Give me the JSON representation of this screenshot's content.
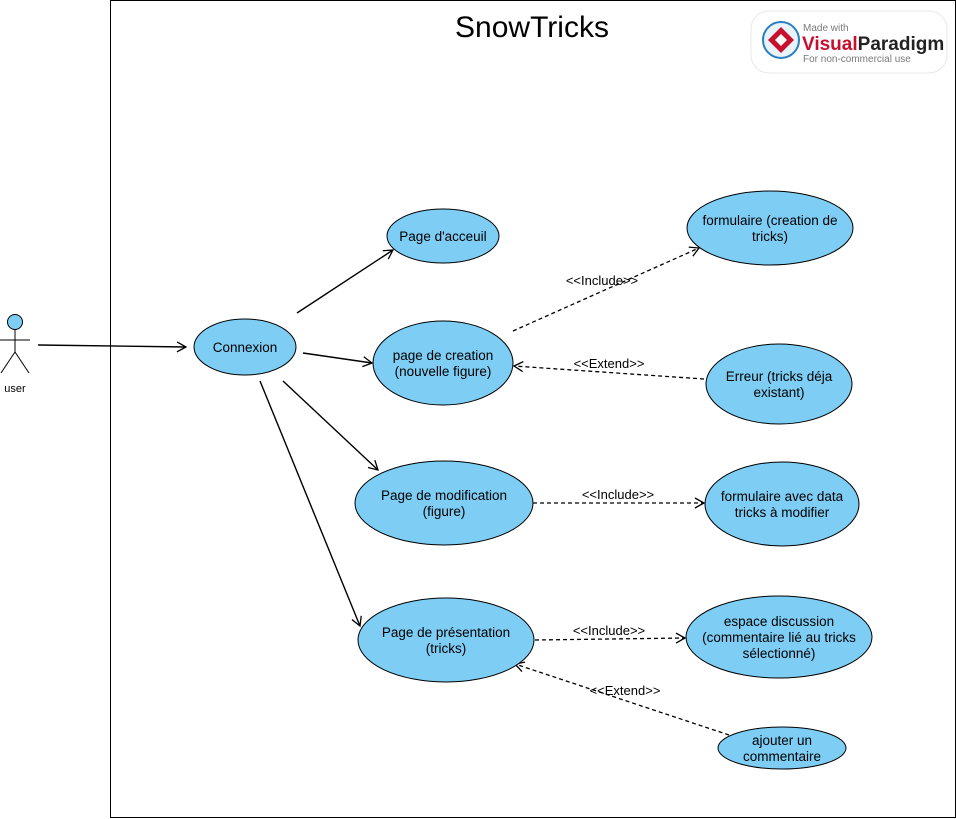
{
  "system": {
    "title": "SnowTricks"
  },
  "actor": {
    "name": "user"
  },
  "watermark": {
    "line1": "Made with",
    "brand_a": "Visual",
    "brand_b": "Paradigm",
    "line3": "For non-commercial use"
  },
  "use_cases": {
    "connexion": {
      "lines": [
        "Connexion"
      ]
    },
    "accueil": {
      "lines": [
        "Page d'acceuil"
      ]
    },
    "creation": {
      "lines": [
        "page de creation",
        "(nouvelle figure)"
      ]
    },
    "modification": {
      "lines": [
        "Page de modification",
        "(figure)"
      ]
    },
    "presentation": {
      "lines": [
        "Page de présentation",
        "(tricks)"
      ]
    },
    "formulaire_creation": {
      "lines": [
        "formulaire (creation de",
        "tricks)"
      ]
    },
    "erreur": {
      "lines": [
        "Erreur (tricks déja",
        "existant)"
      ]
    },
    "formulaire_modif": {
      "lines": [
        "formulaire avec data",
        "tricks à modifier"
      ]
    },
    "discussion": {
      "lines": [
        "espace discussion",
        "(commentaire lié au tricks",
        "sélectionné)"
      ]
    },
    "commentaire": {
      "lines": [
        "ajouter un",
        "commentaire"
      ]
    }
  },
  "relations": {
    "include_creation": "<<Include>>",
    "extend_erreur": "<<Extend>>",
    "include_modif": "<<Include>>",
    "include_discussion": "<<Include>>",
    "extend_commentaire": "<<Extend>>"
  },
  "colors": {
    "usecase_fill": "#7dcdf4",
    "stroke": "#000000",
    "watermark_red": "#c8102e",
    "watermark_blue": "#2a7fc1"
  }
}
